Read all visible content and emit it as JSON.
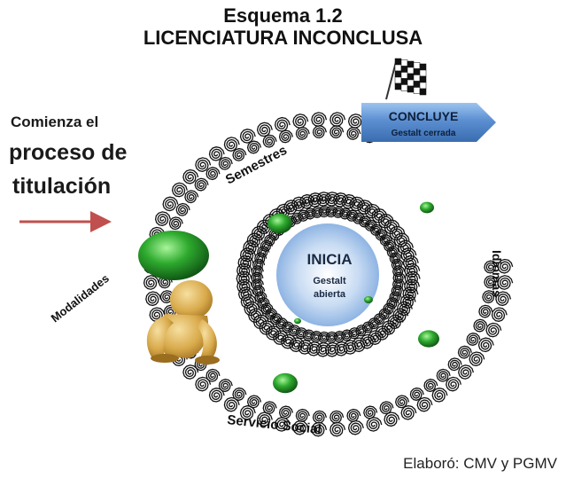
{
  "title": {
    "line1": "Esquema 1.2",
    "line2": "LICENCIATURA INCONCLUSA"
  },
  "intro": {
    "line1": "Comienza el",
    "line2": "proceso de",
    "line3": "titulación"
  },
  "center": {
    "label": "INICIA",
    "sub1": "Gestalt",
    "sub2": "abierta"
  },
  "end": {
    "label": "CONCLUYE",
    "sub": "Gestalt cerrada"
  },
  "stages": {
    "semestres": "Semestres",
    "idiomas": "Idiomas",
    "servicio": "Servicio Social",
    "modalidades": "Modalidades"
  },
  "credit": "Elaboró: CMV y PGMV",
  "colors": {
    "arrow": "#c0504d",
    "end_banner": "#4f81bd",
    "center": "#8eb4e3",
    "gem": "#2eaa2e"
  }
}
